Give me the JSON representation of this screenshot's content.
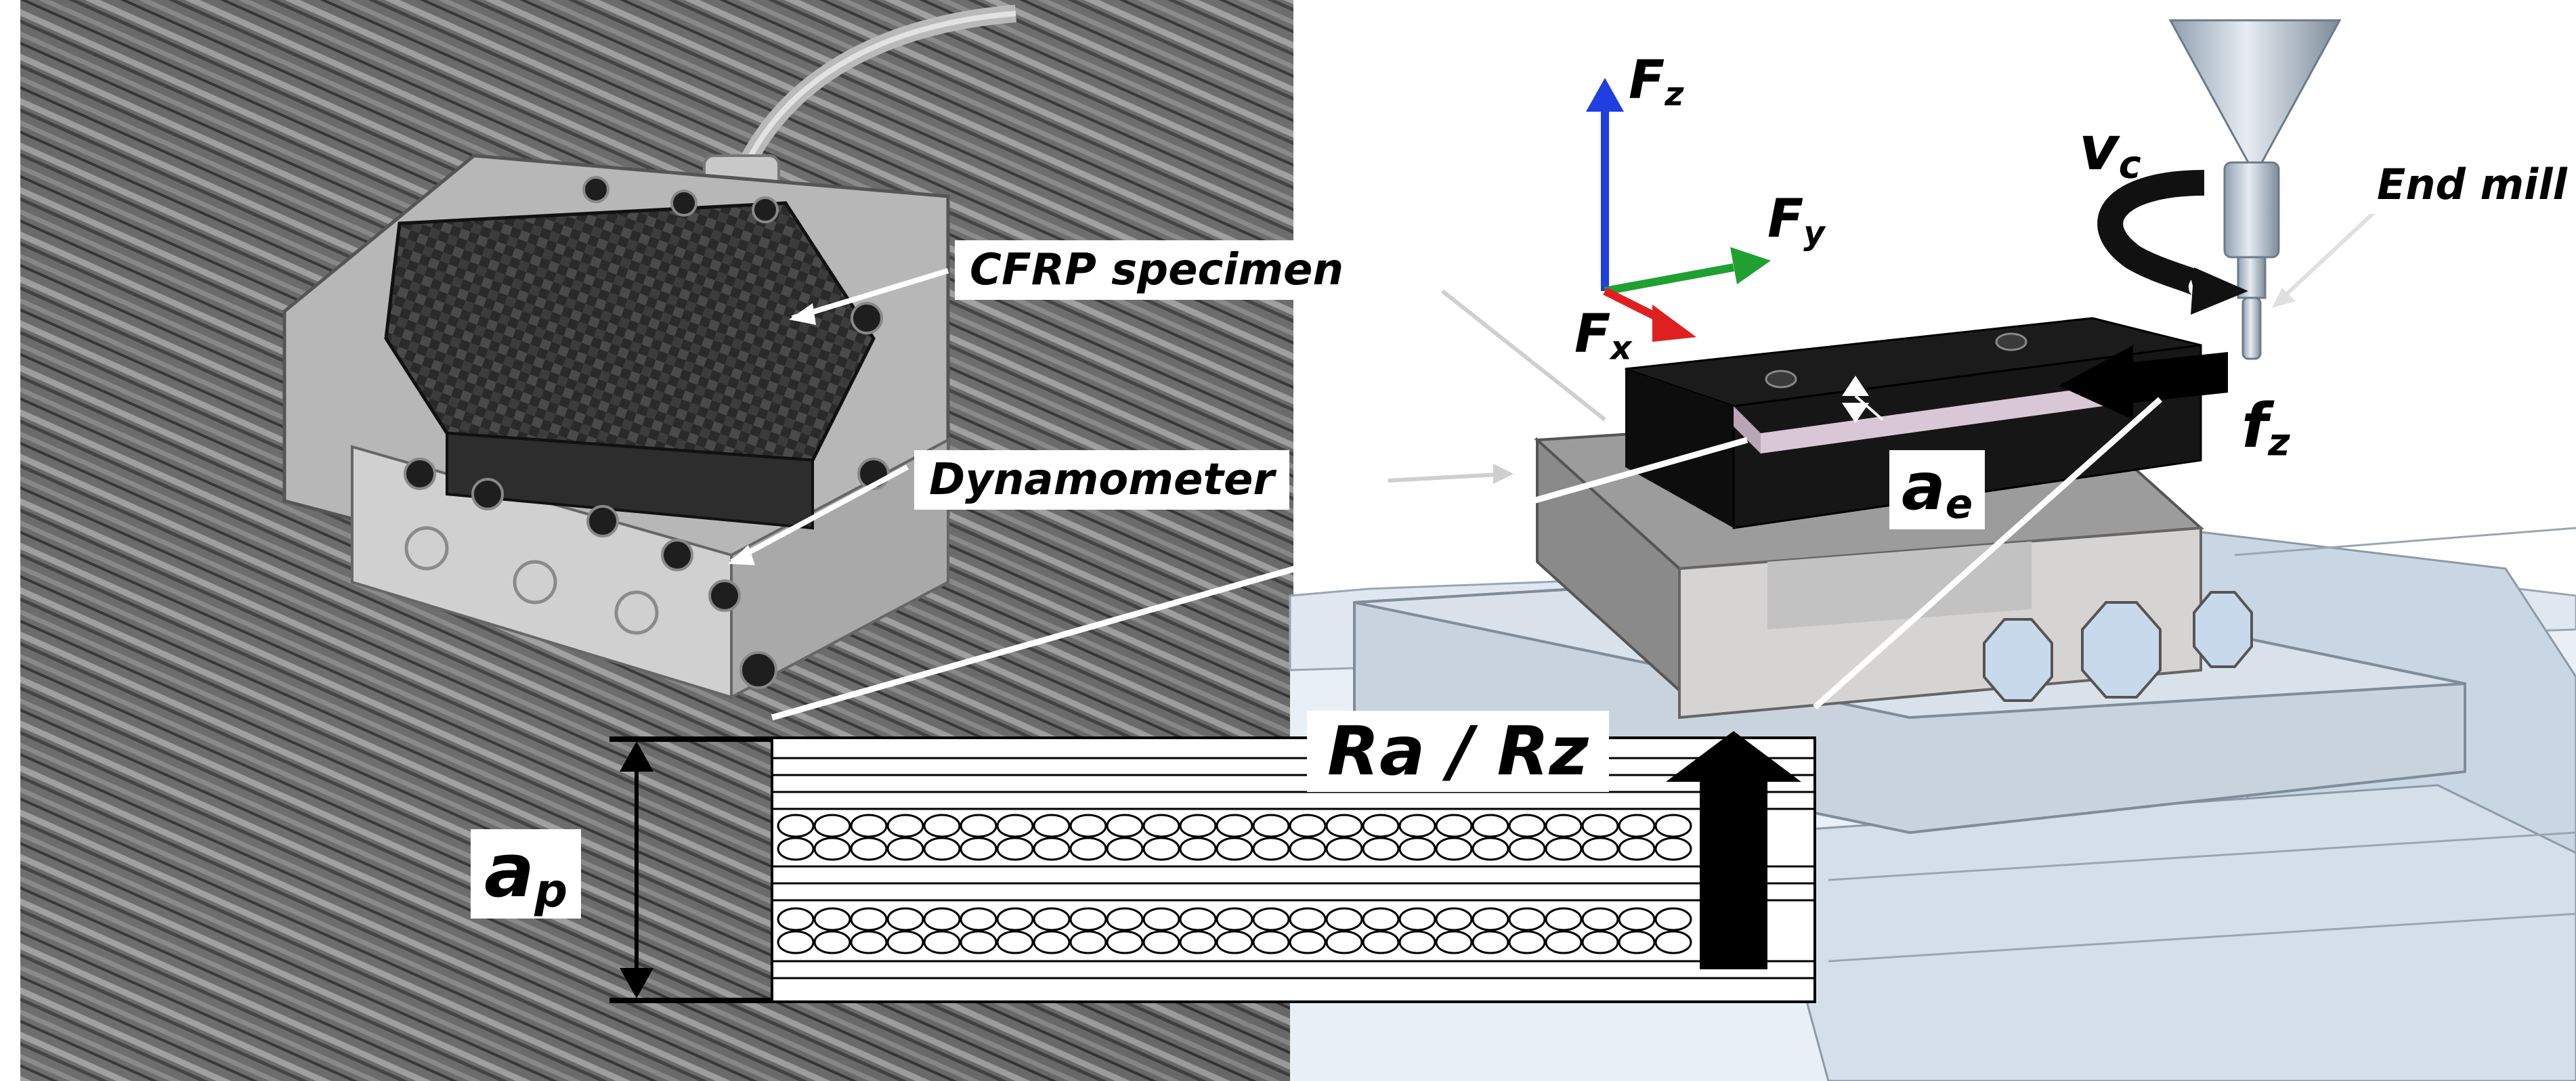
{
  "labels": {
    "cfrp_specimen": "CFRP specimen",
    "dynamometer": "Dynamometer",
    "end_mill": "End mill",
    "ra_rz": "Ra / Rz"
  },
  "symbols": {
    "fz_force": {
      "main": "F",
      "sub": "z"
    },
    "fy_force": {
      "main": "F",
      "sub": "y"
    },
    "fx_force": {
      "main": "F",
      "sub": "x"
    },
    "vc": {
      "main": "v",
      "sub": "c"
    },
    "feed": {
      "main": "f",
      "sub": "z"
    },
    "ae": {
      "main": "a",
      "sub": "e"
    },
    "ap": {
      "main": "a",
      "sub": "p"
    }
  },
  "colors": {
    "axis_z": "#1f3fe0",
    "axis_y": "#20a030",
    "axis_x": "#e02020",
    "specimen": "#151515",
    "cut_strip": "#d9c6d6",
    "fixture": "#9a9a9a",
    "table": "#d6e2ee"
  }
}
